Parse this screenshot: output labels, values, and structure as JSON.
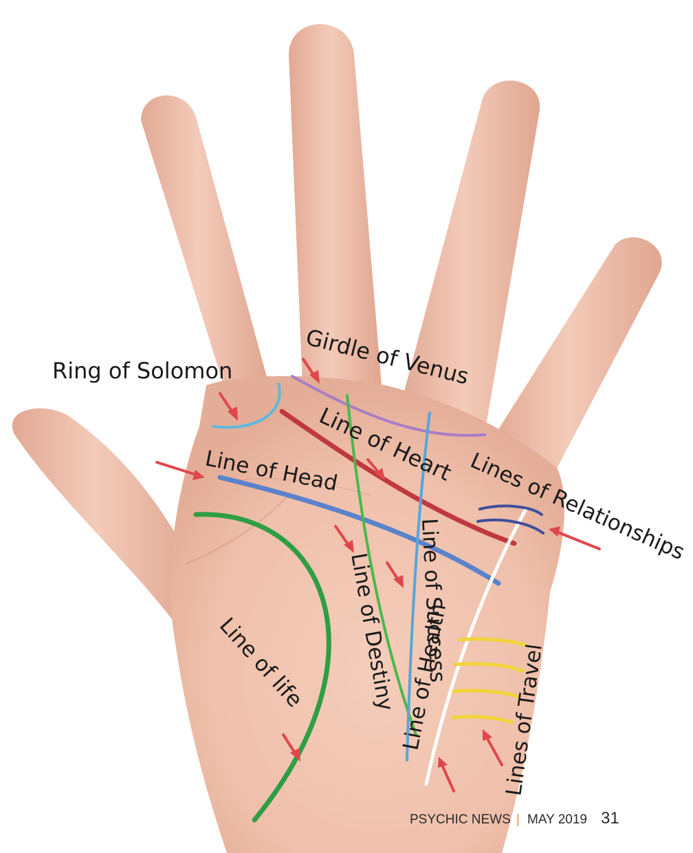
{
  "labels": {
    "ring_of_solomon": "Ring of Solomon",
    "girdle_of_venus": "Girdle of Venus",
    "line_of_heart": "Line of Heart",
    "line_of_head": "Line of Head",
    "lines_of_relationships": "Lines of Relationships",
    "line_of_success": "Line of Success",
    "line_of_destiny": "Line of Destiny",
    "line_of_health": "Line of Health",
    "lines_of_travel": "Lines of Travel",
    "line_of_life": "Line of life"
  },
  "footer": {
    "publication": "PSYCHIC NEWS",
    "separator": "|",
    "issue": "MAY 2019",
    "page": "31"
  },
  "colors": {
    "skin": "#f2c6b2",
    "skin_shadow": "#e3ab95",
    "arrow": "#e0474c",
    "ring_of_solomon": "#5db8dc",
    "girdle_of_venus": "#a77cc6",
    "line_of_heart": "#c0393f",
    "line_of_head": "#5b82cc",
    "line_of_destiny": "#4bb84e",
    "line_of_success": "#5aa5d8",
    "line_of_health": "#ffffff",
    "lines_of_relationships": "#3f4f9c",
    "lines_of_travel": "#f0d43a",
    "line_of_life": "#2e9e44",
    "footer_separator": "#e58a3a"
  }
}
